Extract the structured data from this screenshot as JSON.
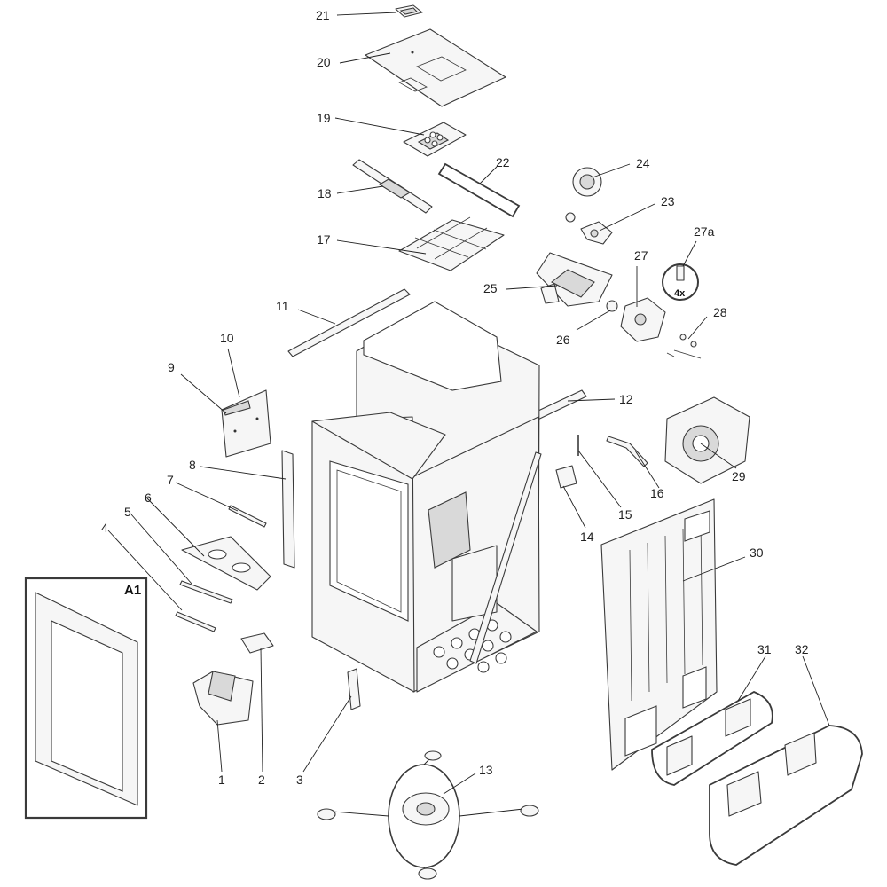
{
  "diagram": {
    "callouts": {
      "c1": "1",
      "c2": "2",
      "c3": "3",
      "c4": "4",
      "c5": "5",
      "c6": "6",
      "c7": "7",
      "c8": "8",
      "c9": "9",
      "c10": "10",
      "c11": "11",
      "c12": "12",
      "c13": "13",
      "c14": "14",
      "c15": "15",
      "c16": "16",
      "c17": "17",
      "c18": "18",
      "c19": "19",
      "c20": "20",
      "c21": "21",
      "c22": "22",
      "c23": "23",
      "c24": "24",
      "c25": "25",
      "c26": "26",
      "c27": "27",
      "c27a": "27a",
      "c28": "28",
      "c29": "29",
      "c30": "30",
      "c31": "31",
      "c32": "32"
    },
    "assembly_label": "A1",
    "quantity_label": "4x"
  }
}
